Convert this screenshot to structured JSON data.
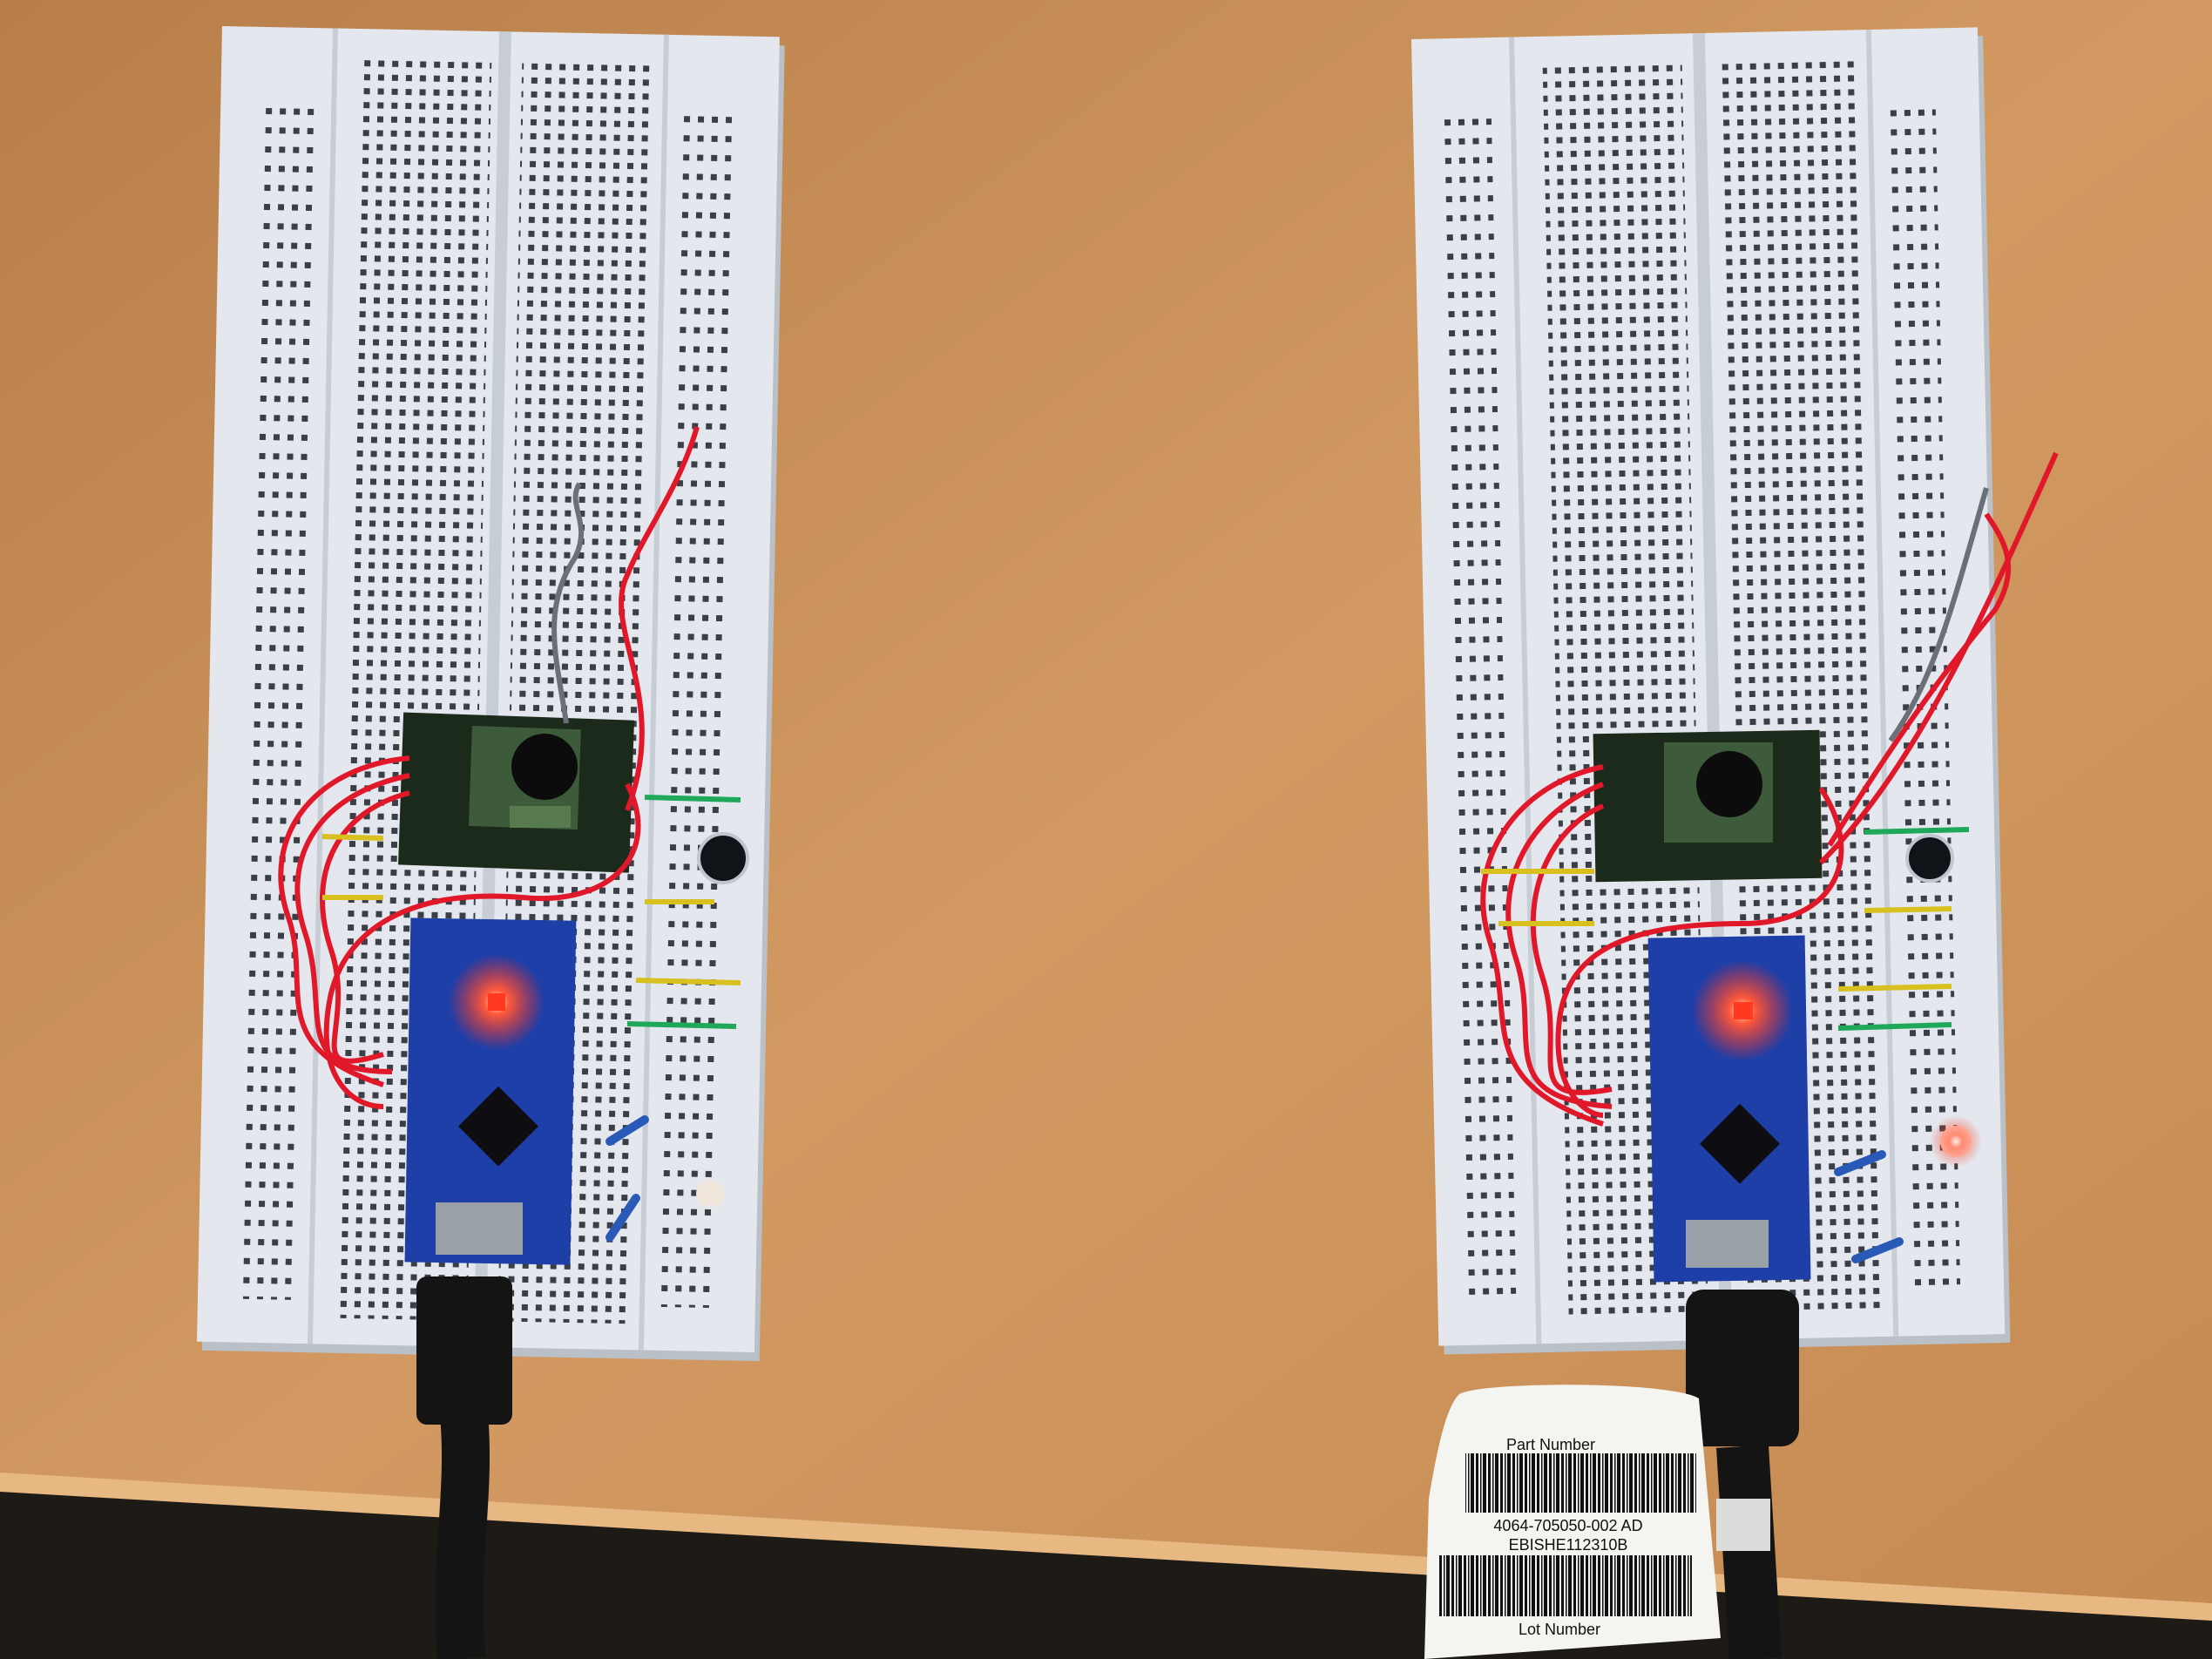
{
  "colors": {
    "table_top": "#c9905a",
    "table_edge": "#e8b883",
    "floor": "#1e1a15",
    "breadboard": "#e4e8ee",
    "breadboard_shadow": "#b9c0c8",
    "hole": "#3a3f46",
    "nano_pcb": "#1f3fa8",
    "rf_module": "#1b2a1b",
    "wire_red": "#e0182a",
    "wire_yellow": "#d8c020",
    "wire_green": "#1fa85a",
    "usb_cable": "#141414",
    "led_red": "#ff2a1a",
    "sticker": "#f4f4f0"
  },
  "sticker": {
    "part_label": "Part Number",
    "part_number": "4064-705050-002 AD",
    "serial": "EBISHE112310B",
    "lot_label": "Lot Number"
  }
}
